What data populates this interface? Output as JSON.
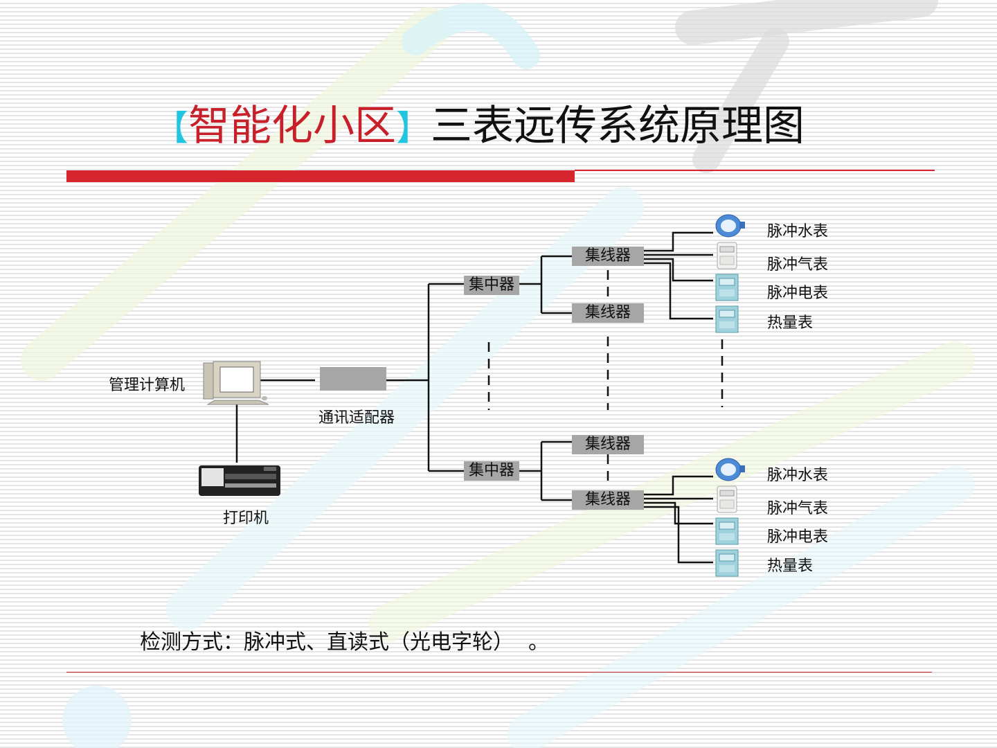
{
  "title": {
    "bracket_open": "【",
    "red_text": "智能化小区",
    "bracket_close": "】",
    "black_text": "三表远传系统原理图"
  },
  "diagram": {
    "computer_label": "管理计算机",
    "printer_label": "打印机",
    "adapter_label": "通讯适配器",
    "concentrator_top": "集中器",
    "concentrator_bottom": "集中器",
    "hub_top_1": "集线器",
    "hub_top_2": "集线器",
    "hub_bottom_1": "集线器",
    "hub_bottom_2": "集线器",
    "meters_top": [
      "脉冲水表",
      "脉冲气表",
      "脉冲电表",
      "热量表"
    ],
    "meters_bottom": [
      "脉冲水表",
      "脉冲气表",
      "脉冲电表",
      "热量表"
    ]
  },
  "footer": {
    "text": "检测方式：脉冲式、直读式（光电字轮）",
    "period": "。"
  },
  "colors": {
    "accent_red": "#d6252c",
    "bracket_cyan": "#22c5e0",
    "box_gray": "#a6a6a6"
  }
}
